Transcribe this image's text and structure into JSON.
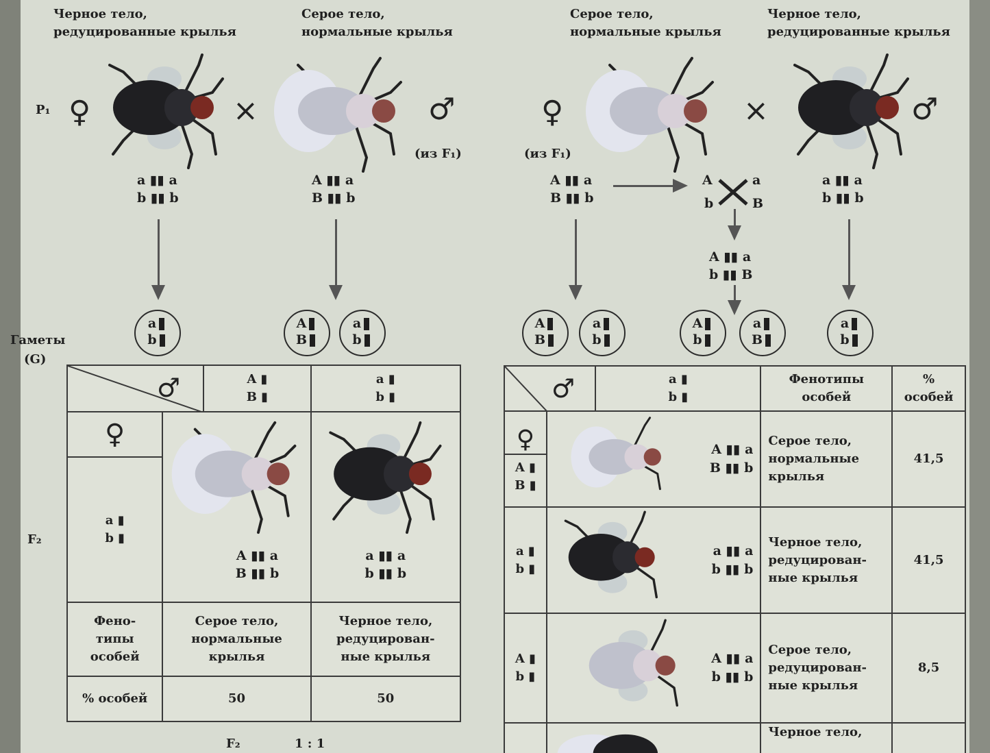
{
  "left": {
    "p1_label": "P₁",
    "female_title_line1": "Черное тело,",
    "female_title_line2": "редуцированные крылья",
    "male_title_line1": "Серое тело,",
    "male_title_line2": "нормальные крылья",
    "male_from": "(из F₁)",
    "female_genotype_top": "a ▮▮ a",
    "female_genotype_bottom": "b ▮▮ b",
    "male_genotype_top": "A ▮▮ a",
    "male_genotype_bottom": "B ▮▮ b",
    "gametes_label_line1": "Гаметы",
    "gametes_label_line2": "(G)",
    "gametes": [
      {
        "top": "a",
        "bottom": "b"
      },
      {
        "top": "A",
        "bottom": "B"
      },
      {
        "top": "a",
        "bottom": "b"
      }
    ],
    "table": {
      "col_genotypes": [
        {
          "top": "A",
          "bottom": "B"
        },
        {
          "top": "a",
          "bottom": "b"
        }
      ],
      "row_genotype": {
        "top": "a",
        "bottom": "b"
      },
      "offspring_genotypes": [
        {
          "top": "A ▮▮ a",
          "bottom": "B ▮▮ b"
        },
        {
          "top": "a ▮▮ a",
          "bottom": "b ▮▮ b"
        }
      ],
      "phenotype_header_l1": "Фено-",
      "phenotype_header_l2": "типы",
      "phenotype_header_l3": "особей",
      "phenotypes": [
        {
          "l1": "Серое тело,",
          "l2": "нормальные",
          "l3": "крылья"
        },
        {
          "l1": "Черное тело,",
          "l2": "редуцирован-",
          "l3": "ные крылья"
        }
      ],
      "percent_header": "% особей",
      "percents": [
        "50",
        "50"
      ]
    },
    "f2_label": "F₂",
    "footer_f2": "F₂",
    "footer_ratio": "1 : 1"
  },
  "right": {
    "female_title_line1": "Серое тело,",
    "female_title_line2": "нормальные крылья",
    "male_title_line1": "Черное тело,",
    "male_title_line2": "редуцированные крылья",
    "female_from": "(из F₁)",
    "female_genotype_top": "A ▮▮ a",
    "female_genotype_bottom": "B ▮▮ b",
    "crossover_top": "A",
    "crossover_top2": "a",
    "crossover_bottom": "b",
    "crossover_bottom2": "B",
    "recombined_top": "A ▮▮ a",
    "recombined_bottom": "b ▮▮ B",
    "male_genotype_top": "a ▮▮ a",
    "male_genotype_bottom": "b ▮▮ b",
    "gametes": [
      {
        "top": "A",
        "bottom": "B"
      },
      {
        "top": "a",
        "bottom": "b"
      },
      {
        "top": "A",
        "bottom": "b"
      },
      {
        "top": "a",
        "bottom": "B"
      },
      {
        "top": "a",
        "bottom": "b"
      }
    ],
    "table": {
      "col_genotype": {
        "top": "a",
        "bottom": "b"
      },
      "phenotype_header_l1": "Фенотипы",
      "phenotype_header_l2": "особей",
      "percent_header_l1": "%",
      "percent_header_l2": "особей",
      "rows": [
        {
          "row_top": "A",
          "row_bottom": "B",
          "g_top": "A ▮▮ a",
          "g_bottom": "B ▮▮ b",
          "p1": "Серое тело,",
          "p2": "нормальные",
          "p3": "крылья",
          "pct": "41,5"
        },
        {
          "row_top": "a",
          "row_bottom": "b",
          "g_top": "a ▮▮ a",
          "g_bottom": "b ▮▮ b",
          "p1": "Черное тело,",
          "p2": "редуцирован-",
          "p3": "ные крылья",
          "pct": "41,5"
        },
        {
          "row_top": "A",
          "row_bottom": "b",
          "g_top": "A ▮▮ a",
          "g_bottom": "b ▮▮ b",
          "p1": "Серое тело,",
          "p2": "редуцирован-",
          "p3": "ные крылья",
          "pct": "8,5"
        },
        {
          "p1": "Черное тело,"
        }
      ]
    }
  },
  "symbols": {
    "female": "♀",
    "male": "♂",
    "cross": "×"
  },
  "colors": {
    "paper": "#d8dcd2",
    "border": "#7f8279",
    "grey_fly": "#bfc1cc",
    "black_fly": "#1f1f22",
    "eye": "#7a2a22"
  }
}
